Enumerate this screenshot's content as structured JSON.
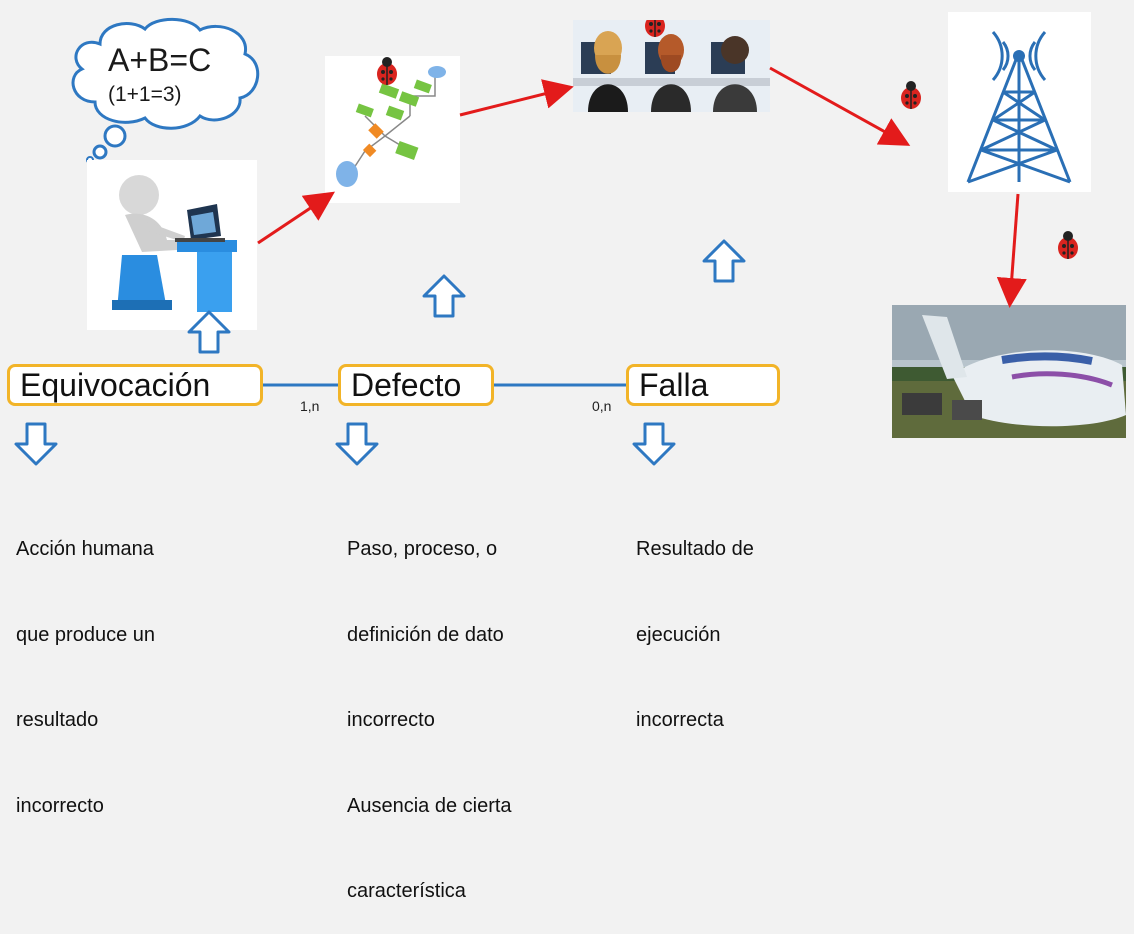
{
  "thought_bubble": {
    "line1": "A+B=C",
    "line2": "(1+1=3)"
  },
  "terms": [
    {
      "label": "Equivocación",
      "description": [
        "Acción humana",
        "que produce un",
        "resultado",
        "incorrecto"
      ]
    },
    {
      "label": "Defecto",
      "description": [
        "Paso, proceso, o",
        "definición de dato",
        "incorrecto",
        "Ausencia de cierta",
        "característica"
      ]
    },
    {
      "label": "Falla",
      "description": [
        "Resultado de",
        "ejecución",
        "incorrecta"
      ]
    }
  ],
  "relations": {
    "equivocacion_defecto": "1,n",
    "defecto_falla": "0,n"
  },
  "images": [
    {
      "id": "person-laptop",
      "icon": "person-at-laptop"
    },
    {
      "id": "flowchart",
      "icon": "flowchart-with-bug"
    },
    {
      "id": "team",
      "icon": "people-at-computers"
    },
    {
      "id": "antenna",
      "icon": "radio-tower"
    },
    {
      "id": "crash",
      "icon": "crashed-airplane"
    }
  ],
  "colors": {
    "box_border": "#f2b428",
    "connector": "#2e78c2",
    "flow_arrow": "#e31b1b",
    "hollow_arrow": "#2e78c2",
    "bug": "#d9241f"
  }
}
